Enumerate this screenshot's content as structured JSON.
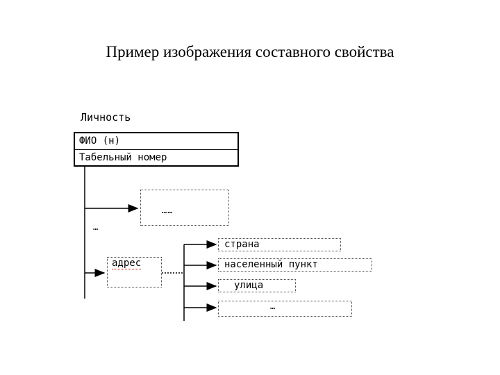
{
  "title": "Пример изображения составного свойства",
  "entity": {
    "name": "Личность",
    "attributes": [
      "ФИО (н)",
      "Табельный номер"
    ]
  },
  "placeholder_box_text": "……",
  "branch_ellipsis": "…",
  "composite": {
    "name": "адрес",
    "components": [
      "страна",
      "населенный пункт",
      "улица",
      "…"
    ]
  }
}
